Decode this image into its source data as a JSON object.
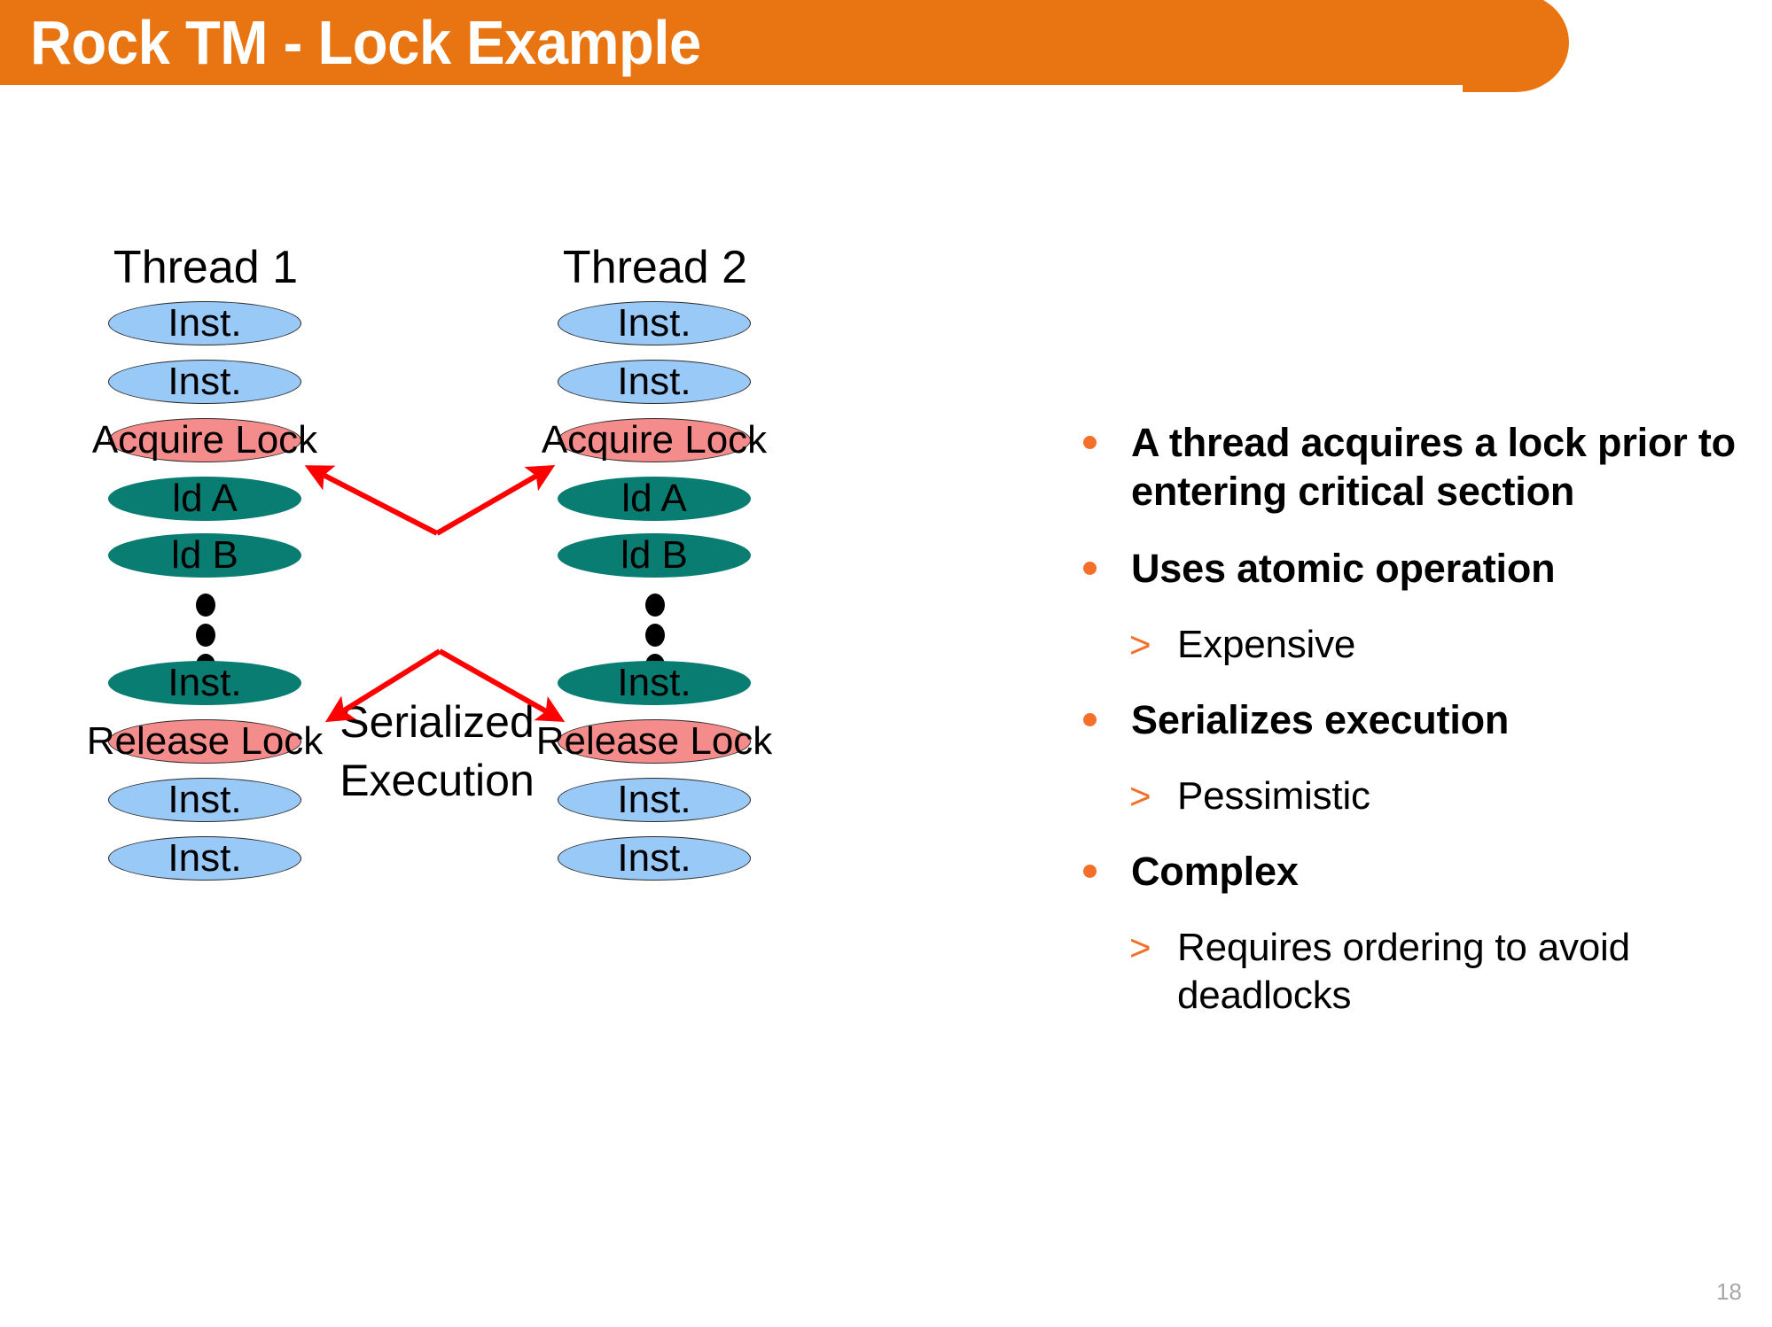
{
  "slide": {
    "title": "Rock TM - Lock Example",
    "page_number": "18",
    "accent_orange": "#E87511",
    "bullet_orange": "#F4702A",
    "colors": {
      "blue_node": "#99C9F7",
      "pink_node": "#F48C8C",
      "teal_node": "#0A7D72",
      "arrow_red": "#FF0000",
      "page_num_gray": "#A8A8A8"
    }
  },
  "diagram": {
    "center_label": "Serialized\nExecution",
    "center_label_line1": "Serialized",
    "center_label_line2": "Execution",
    "threads": [
      {
        "title": "Thread 1",
        "nodes": [
          {
            "label": "Inst.",
            "kind": "blue"
          },
          {
            "label": "Inst.",
            "kind": "blue"
          },
          {
            "label": "Acquire Lock",
            "kind": "pink"
          },
          {
            "label": "ld A",
            "kind": "teal"
          },
          {
            "label": "ld B",
            "kind": "teal"
          },
          {
            "label": "⋮",
            "kind": "dots"
          },
          {
            "label": "Inst.",
            "kind": "teal"
          },
          {
            "label": "Release Lock",
            "kind": "pink"
          },
          {
            "label": "Inst.",
            "kind": "blue"
          },
          {
            "label": "Inst.",
            "kind": "blue"
          }
        ]
      },
      {
        "title": "Thread 2",
        "nodes": [
          {
            "label": "Inst.",
            "kind": "blue"
          },
          {
            "label": "Inst.",
            "kind": "blue"
          },
          {
            "label": "Acquire Lock",
            "kind": "pink"
          },
          {
            "label": "ld A",
            "kind": "teal"
          },
          {
            "label": "ld B",
            "kind": "teal"
          },
          {
            "label": "⋮",
            "kind": "dots"
          },
          {
            "label": "Inst.",
            "kind": "teal"
          },
          {
            "label": "Release Lock",
            "kind": "pink"
          },
          {
            "label": "Inst.",
            "kind": "blue"
          },
          {
            "label": "Inst.",
            "kind": "blue"
          }
        ]
      }
    ]
  },
  "bullets": [
    {
      "level": 1,
      "text": "A thread acquires a lock prior to entering critical section"
    },
    {
      "level": 1,
      "text": "Uses atomic operation"
    },
    {
      "level": 2,
      "marker": ">",
      "text": "Expensive"
    },
    {
      "level": 1,
      "text": "Serializes execution"
    },
    {
      "level": 2,
      "marker": ">",
      "text": "Pessimistic"
    },
    {
      "level": 1,
      "text": "Complex"
    },
    {
      "level": 2,
      "marker": ">",
      "text": "Requires ordering to avoid deadlocks"
    }
  ]
}
